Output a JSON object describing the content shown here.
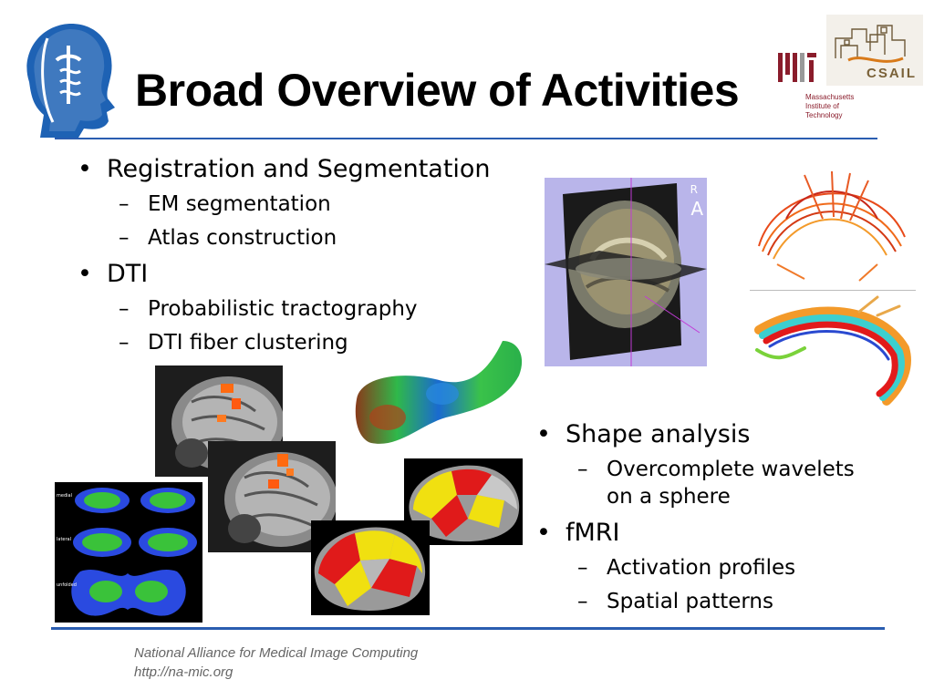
{
  "slide": {
    "title": "Broad Overview of Activities",
    "accent_color": "#2a5db0"
  },
  "logos": {
    "left_icon": "namic-head-caduceus-icon",
    "mit_text": [
      "Massachusetts",
      "Institute of",
      "Technology"
    ],
    "csail_text": "CSAIL"
  },
  "left_list": [
    {
      "label": "Registration and Segmentation",
      "subs": [
        "EM segmentation",
        "Atlas construction"
      ]
    },
    {
      "label": "DTI",
      "subs": [
        "Probabilistic tractography",
        "DTI fiber clustering"
      ]
    }
  ],
  "right_list": [
    {
      "label": "Shape analysis",
      "subs": [
        "Overcomplete wavelets",
        "on a sphere"
      ]
    },
    {
      "label": "fMRI",
      "subs": [
        "Activation profiles",
        "Spatial patterns"
      ]
    }
  ],
  "images": {
    "mri_3d_labels": [
      "R",
      "A"
    ],
    "atlas_panel_labels": [
      "medial",
      "lateral",
      "unfolded"
    ]
  },
  "footer": {
    "line1": "National Alliance for Medical Image Computing",
    "line2": "http://na-mic.org"
  }
}
